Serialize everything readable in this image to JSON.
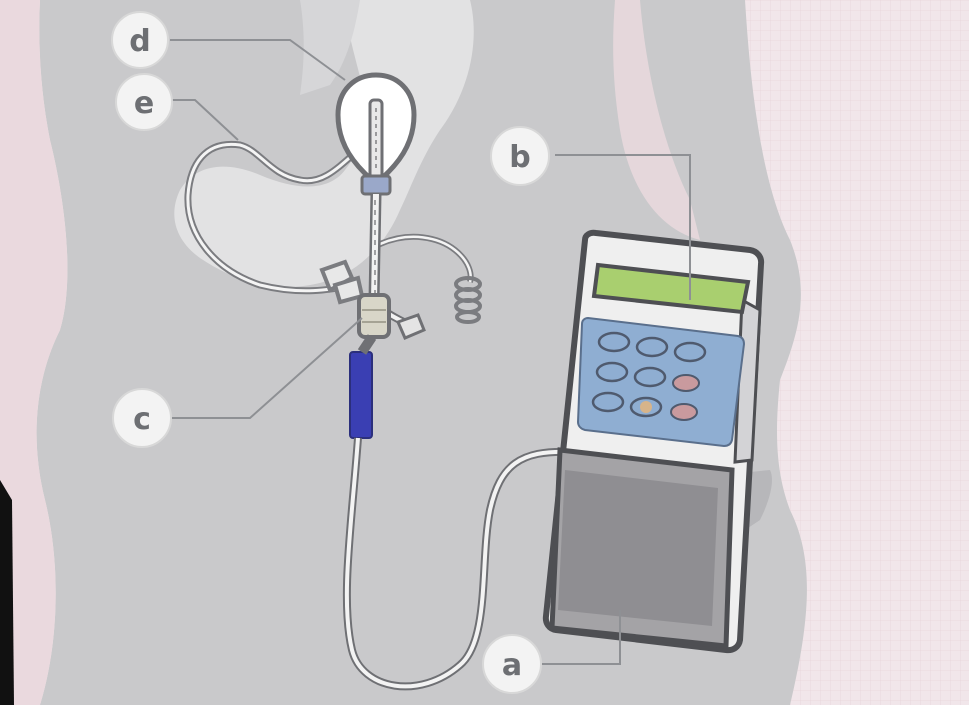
{
  "figure": {
    "callouts": [
      {
        "key": "d",
        "label": "d"
      },
      {
        "key": "e",
        "label": "e"
      },
      {
        "key": "b",
        "label": "b"
      },
      {
        "key": "c",
        "label": "c"
      },
      {
        "key": "a",
        "label": "a"
      }
    ],
    "components": [
      "torso-silhouette",
      "stomach",
      "intragastric-balloon",
      "feeding-tube",
      "y-connector",
      "pump-extension-tube",
      "infusion-pump",
      "pump-display",
      "pump-keypad",
      "pump-reservoir-cassette"
    ],
    "colors": {
      "background": "#f1e6ea",
      "torso": "#c9c9cb",
      "stomach": "#e2e2e3",
      "tube_blue": "#3a3fb3",
      "display_green": "#a9cf6f",
      "keypad_blue": "#8faed2",
      "key_red": "#c99a9e",
      "label_text": "#6d6f73"
    }
  }
}
